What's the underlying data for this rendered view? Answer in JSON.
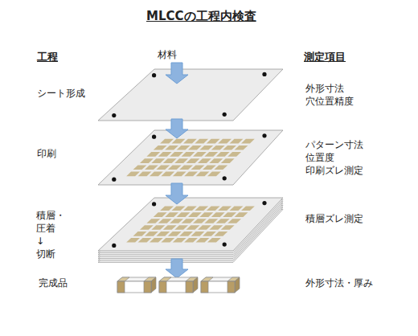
{
  "diagram": {
    "title": "MLCCの工程内検査",
    "labels": [
      "工程",
      "測定項目",
      "材料",
      "シート形成",
      "外形寸法 穴位置精度",
      "印刷",
      "パターン寸法 位置度 印刷ズレ測定",
      "積層・圧着 ↓ 切断",
      "積層ズレ測定",
      "完成品",
      "外形寸法・厚み"
    ]
  }
}
